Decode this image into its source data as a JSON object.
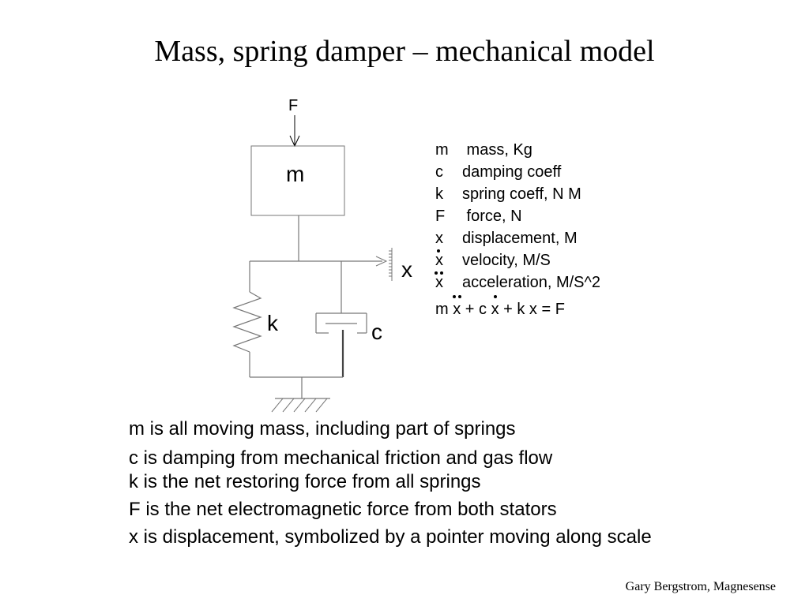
{
  "title": "Mass, spring damper – mechanical model",
  "diagram": {
    "force_label": "F",
    "mass_label": "m",
    "spring_label": "k",
    "damper_label": "c",
    "displacement_label": "x"
  },
  "legend": [
    {
      "symbol": "m",
      "text": " mass, Kg",
      "overdot": ""
    },
    {
      "symbol": "c",
      "text": "damping coeff",
      "overdot": ""
    },
    {
      "symbol": "k",
      "text": "spring coeff, N M",
      "overdot": ""
    },
    {
      "symbol": "F",
      "text": " force, N",
      "overdot": ""
    },
    {
      "symbol": "x",
      "text": "displacement, M",
      "overdot": ""
    },
    {
      "symbol": "x",
      "text": "velocity, M/S",
      "overdot": "single"
    },
    {
      "symbol": "x",
      "text": "acceleration, M/S^2",
      "overdot": "double"
    }
  ],
  "equation": {
    "m": "m ",
    "x_acc": "x",
    "plus_c": " + c ",
    "x_vel": "x",
    "rest": " + k x = F"
  },
  "notes": [
    "m is all moving mass, including part of springs",
    "c is damping from mechanical friction and gas flow",
    "k is the net restoring force from all springs",
    "F is the net electromagnetic force from both stators",
    "x is displacement, symbolized by a pointer moving along scale"
  ],
  "footer": "Gary Bergstrom, Magnesense"
}
